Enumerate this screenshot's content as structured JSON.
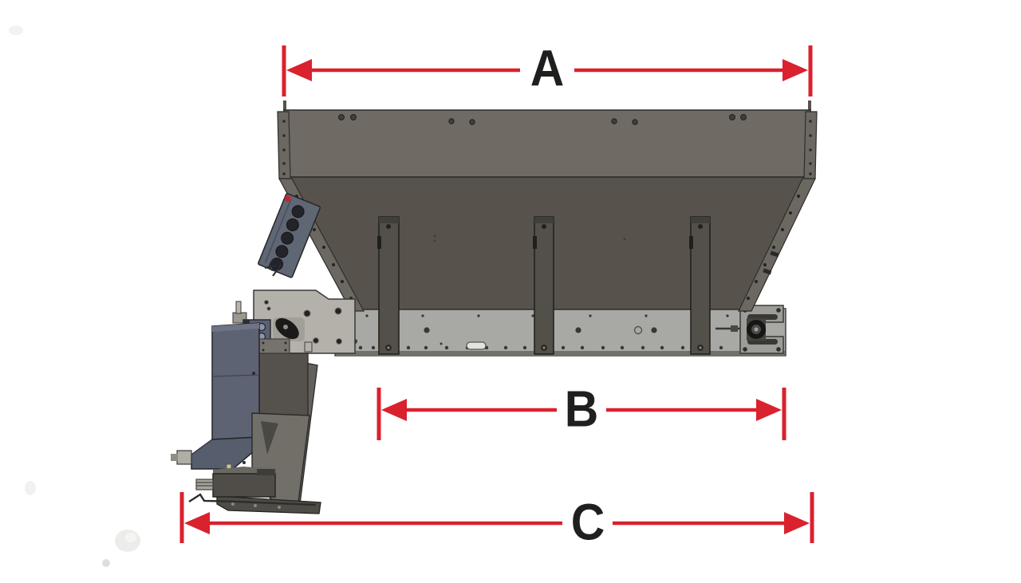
{
  "diagram": {
    "type": "technical dimension drawing",
    "subject": "hopper spreader with discharge chute and spinner, profile view",
    "dimension_labels": {
      "a": "A",
      "b": "B",
      "c": "C"
    },
    "colors": {
      "dimension_red": "#da212e",
      "label_black": "#1f1f1d",
      "hopper_upper_gray": "#6f6b64",
      "hopper_lower_gray": "#57534c",
      "flange_gray": "#6b6862",
      "trough_gray": "#a8a8a4",
      "housing_gray": "#b3b1aa",
      "chute_blue_gray": "#5d6372",
      "background": "#ffffff"
    }
  }
}
